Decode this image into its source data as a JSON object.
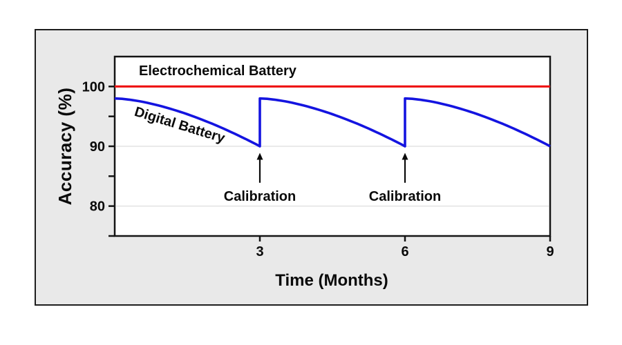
{
  "page": {
    "background": "#ffffff"
  },
  "panel": {
    "background": "#e9e9e9",
    "border_color": "#1d1d1d"
  },
  "chart_data": {
    "type": "line",
    "title": "",
    "xlabel": "Time (Months)",
    "ylabel": "Accuracy (%)",
    "xlim": [
      0,
      9
    ],
    "ylim": [
      75,
      105
    ],
    "x_ticks": [
      {
        "value": 3,
        "label": "3"
      },
      {
        "value": 6,
        "label": "6"
      },
      {
        "value": 9,
        "label": "9"
      }
    ],
    "y_ticks_major": [
      {
        "value": 100,
        "label": "100"
      },
      {
        "value": 90,
        "label": "90"
      },
      {
        "value": 80,
        "label": "80"
      }
    ],
    "y_ticks_minor": [
      95,
      85,
      75
    ],
    "gridline_values": [
      100,
      90,
      80
    ],
    "gridline_color": "#e4e4e4",
    "axis_color": "#141414",
    "plot_background": "#ffffff",
    "legend_position": "inline-labels",
    "grid": "horizontal-only",
    "series": [
      {
        "name": "Electrochemical Battery",
        "type": "constant",
        "value": 100,
        "color": "#ee1111",
        "width": 3.2
      },
      {
        "name": "Digital Battery",
        "type": "sawtooth_decay",
        "color": "#1414e0",
        "width": 3.6,
        "peak": 98,
        "trough": 90,
        "decay_exponent": 1.6,
        "segments": [
          {
            "start": 0,
            "end": 3
          },
          {
            "start": 3,
            "end": 6
          },
          {
            "start": 6,
            "end": 9
          }
        ]
      }
    ],
    "annotations": [
      {
        "label": "Calibration",
        "x": 3,
        "arrow_tip_value": 88.9,
        "arrow_tail_value": 83.9,
        "label_value": 81.6
      },
      {
        "label": "Calibration",
        "x": 6,
        "arrow_tip_value": 88.9,
        "arrow_tail_value": 83.9,
        "label_value": 81.6
      }
    ]
  }
}
